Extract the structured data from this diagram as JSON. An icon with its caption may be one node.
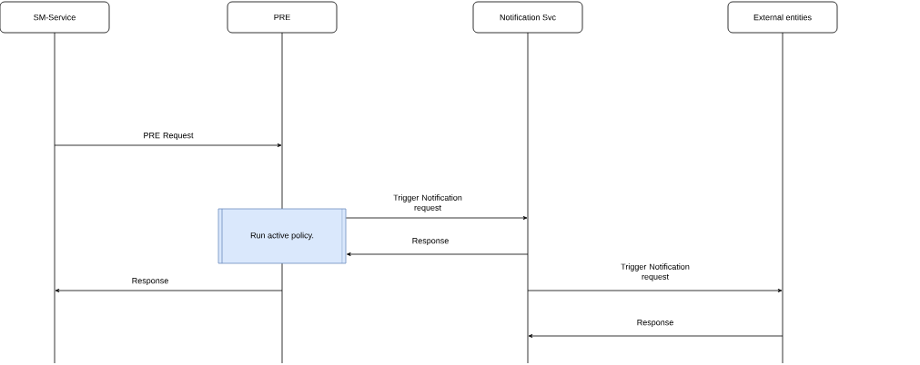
{
  "diagram": {
    "nodes": [
      {
        "text": [
          "SM-Service"
        ]
      },
      {
        "text": [
          "PRE"
        ]
      },
      {
        "text": [
          "Notification Svc"
        ]
      },
      {
        "text": [
          "External entities"
        ]
      },
      {
        "text": [
          "Run active policy."
        ]
      }
    ],
    "edges": [
      {
        "from": 0,
        "to": 1,
        "arrow": "to",
        "label": "PRE Request"
      },
      {
        "from": 4,
        "to": 2,
        "arrow": "to",
        "label": "Trigger Notification request"
      },
      {
        "from": 2,
        "to": 4,
        "arrow": "to",
        "label": "Response"
      },
      {
        "from": 1,
        "to": 0,
        "arrow": "to",
        "label": "Response"
      },
      {
        "from": 2,
        "to": 3,
        "arrow": "to",
        "label": "Trigger Notification request"
      },
      {
        "from": 3,
        "to": 2,
        "arrow": "to",
        "label": "Response"
      }
    ]
  }
}
